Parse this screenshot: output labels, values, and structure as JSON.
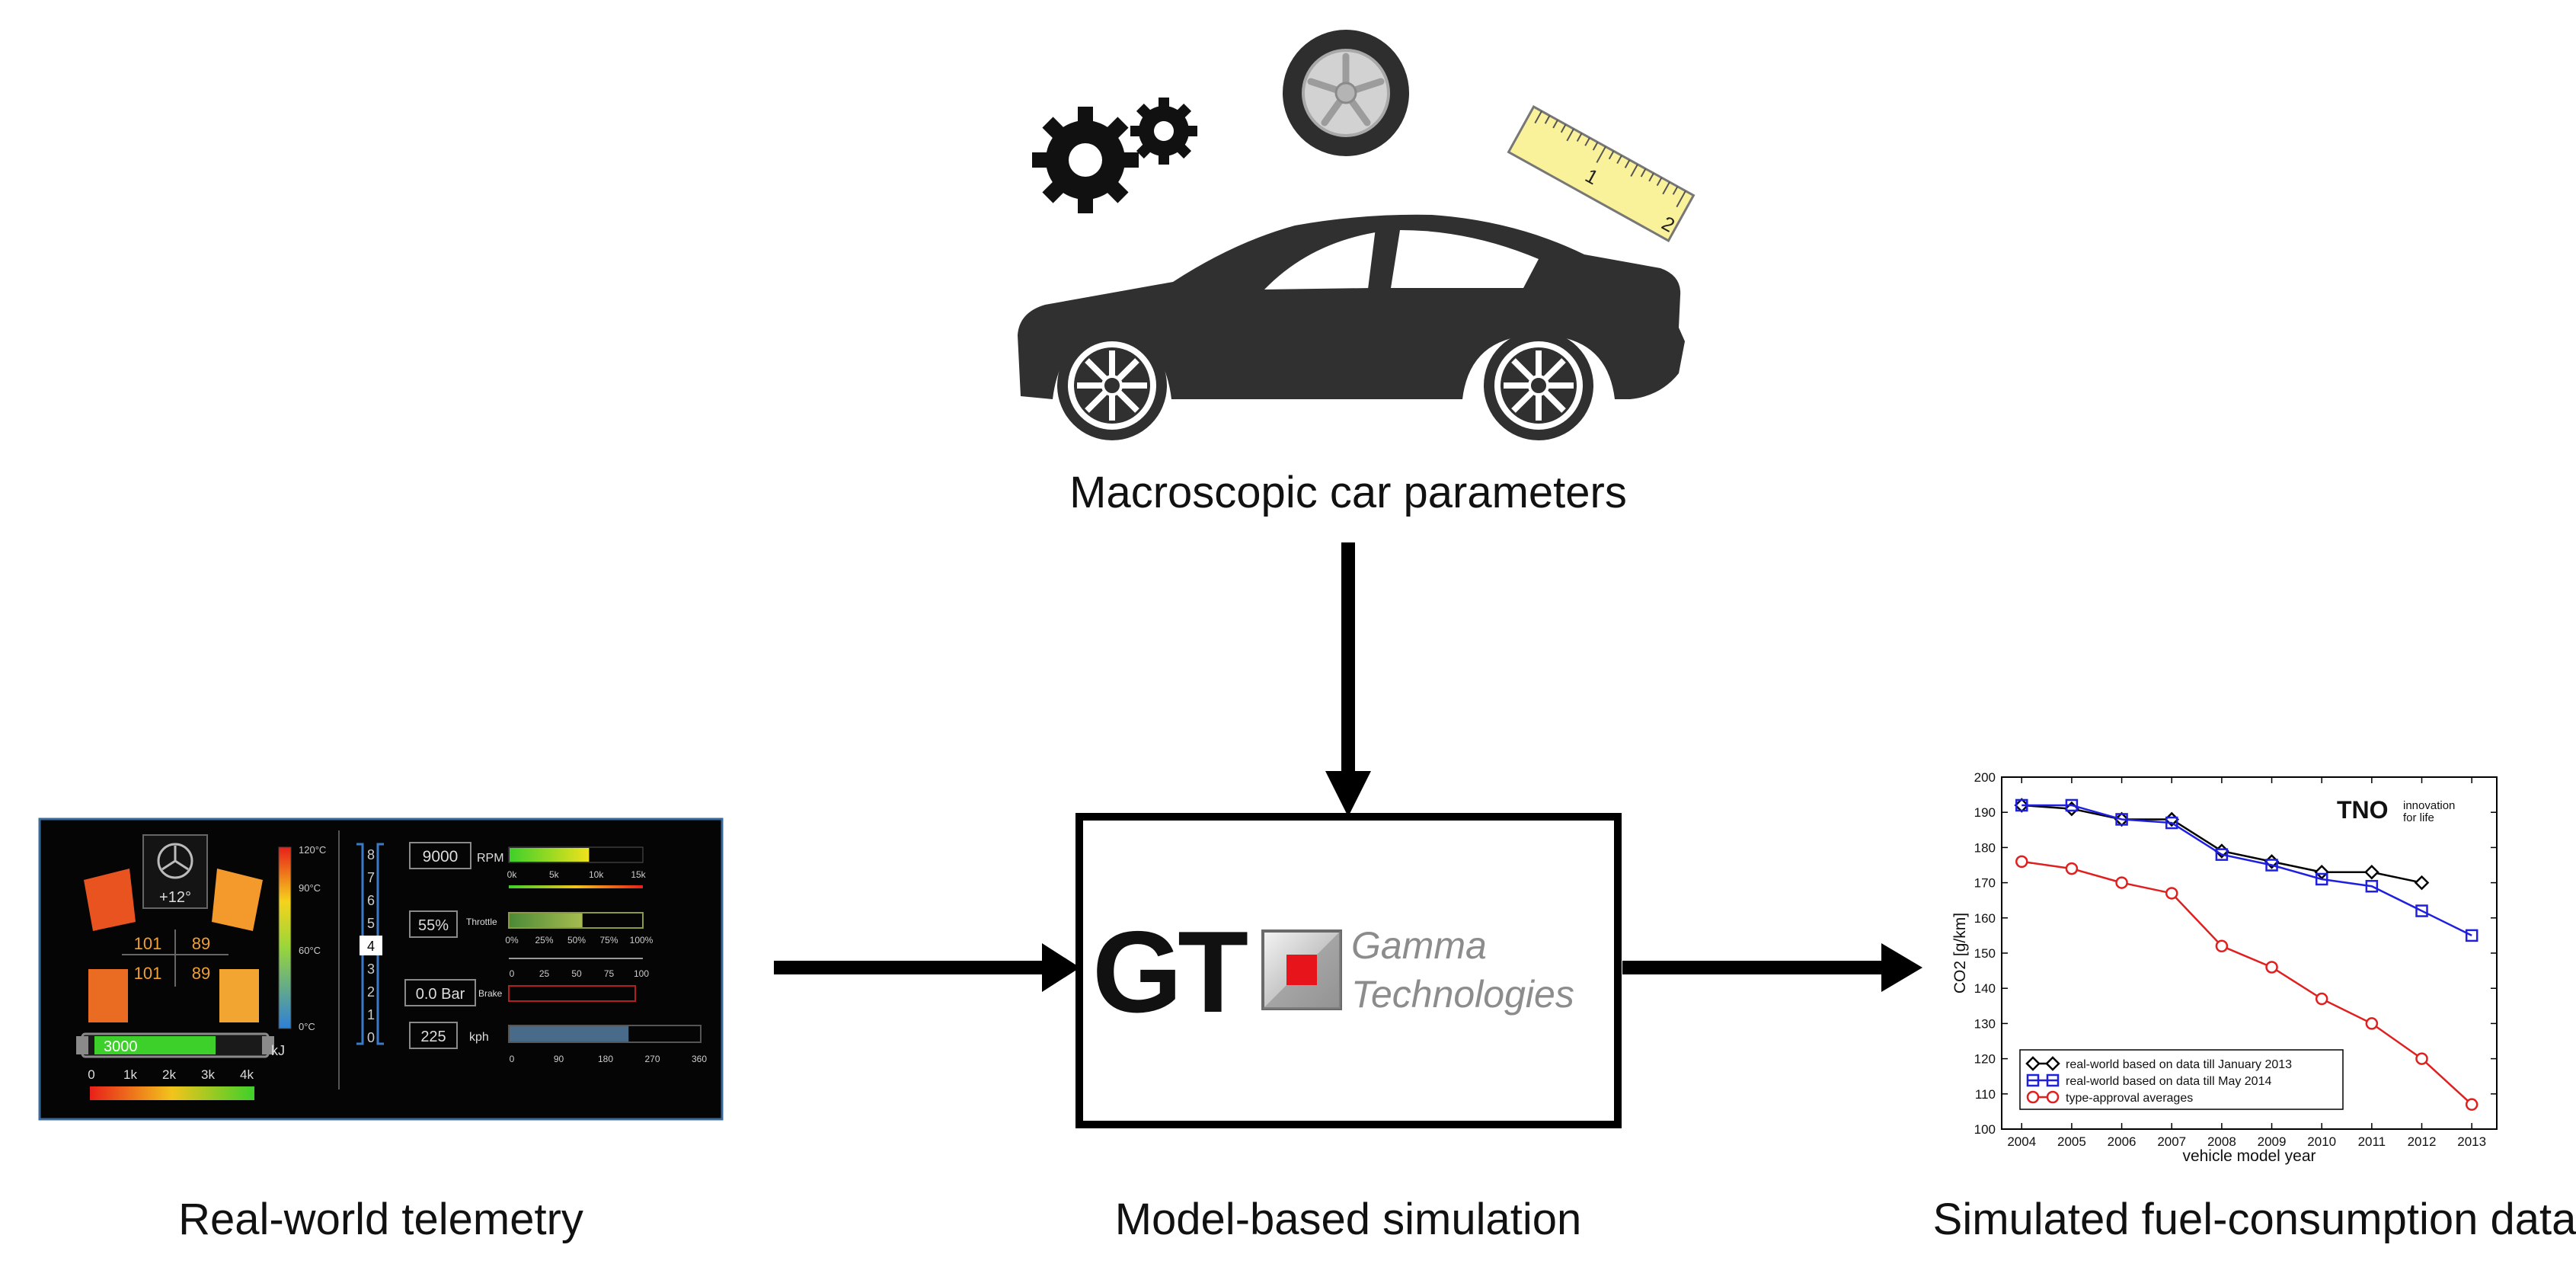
{
  "captions": {
    "top": "Macroscopic car parameters",
    "left": "Real-world telemetry",
    "center": "Model-based simulation",
    "right": "Simulated fuel-consumption data"
  },
  "ruler": {
    "mark1": "1",
    "mark2": "2"
  },
  "gt_logo": {
    "letters": "GT",
    "line1": "Gamma",
    "line2": "Technologies",
    "accent": "#e8141b"
  },
  "telemetry": {
    "badge_text": "+12°",
    "temp_scale": [
      "120°C",
      "90°C",
      "60°C",
      "0°C"
    ],
    "nums_top": [
      "101",
      "89"
    ],
    "nums_bottom": [
      "101",
      "89"
    ],
    "energy_value": "3000",
    "energy_unit": "kJ",
    "energy_ticks": [
      "0",
      "1k",
      "2k",
      "3k",
      "4k"
    ],
    "gears": [
      "8",
      "7",
      "6",
      "5",
      "4",
      "3",
      "2",
      "1",
      "0"
    ],
    "active_gear": "4",
    "rpm_box": "9000",
    "rpm_label": "RPM",
    "rpm_ticks": [
      "0k",
      "5k",
      "10k",
      "15k"
    ],
    "throttle_box": "55%",
    "throttle_label": "Throttle",
    "throttle_ticks": [
      "0%",
      "25%",
      "50%",
      "75%",
      "100%"
    ],
    "throttle_ticks2": [
      "0",
      "25",
      "50",
      "75",
      "100"
    ],
    "brake_box": "0.0 Bar",
    "brake_label": "Brake",
    "speed_box": "225",
    "speed_label": "kph",
    "speed_ticks": [
      "0",
      "90",
      "180",
      "270",
      "360"
    ],
    "rpm_fill": 0.6,
    "throttle_fill": 0.55,
    "brake_fill": 0.0,
    "speed_fill": 0.625,
    "energy_fill": 0.75
  },
  "chart_data": {
    "type": "line",
    "title": "",
    "logo_text": "TNO",
    "logo_tagline": [
      "innovation",
      "for life"
    ],
    "xlabel": "vehicle model year",
    "ylabel": "CO2 [g/km]",
    "xlim": [
      2003.6,
      2013.5
    ],
    "ylim": [
      100,
      200
    ],
    "xticks": [
      2004,
      2005,
      2006,
      2007,
      2008,
      2009,
      2010,
      2011,
      2012,
      2013
    ],
    "yticks": [
      100,
      110,
      120,
      130,
      140,
      150,
      160,
      170,
      180,
      190,
      200
    ],
    "legend_position": "bottom-left",
    "series": [
      {
        "name": "real-world based on data till January 2013",
        "color": "#000000",
        "marker": "diamond",
        "x": [
          2004,
          2005,
          2006,
          2007,
          2008,
          2009,
          2010,
          2011,
          2012
        ],
        "y": [
          192,
          191,
          188,
          188,
          179,
          176,
          173,
          173,
          170
        ]
      },
      {
        "name": "real-world based on data till May 2014",
        "color": "#1f1fe0",
        "marker": "square",
        "x": [
          2004,
          2005,
          2006,
          2007,
          2008,
          2009,
          2010,
          2011,
          2012,
          2013
        ],
        "y": [
          192,
          192,
          188,
          187,
          178,
          175,
          171,
          169,
          162,
          155
        ]
      },
      {
        "name": "type-approval averages",
        "color": "#e01f1f",
        "marker": "circle",
        "x": [
          2004,
          2005,
          2006,
          2007,
          2008,
          2009,
          2010,
          2011,
          2012,
          2013
        ],
        "y": [
          176,
          174,
          170,
          167,
          152,
          146,
          137,
          130,
          120,
          107
        ]
      }
    ]
  }
}
